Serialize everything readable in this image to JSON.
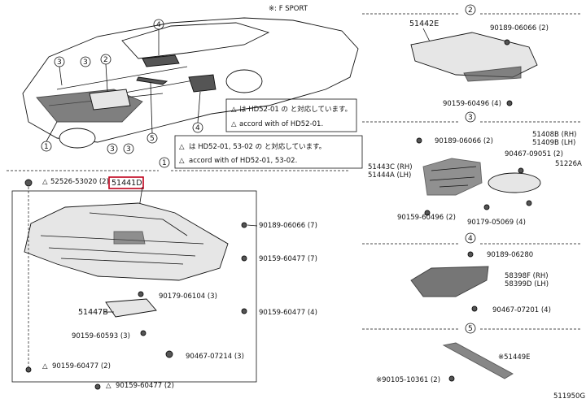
{
  "header_note": "※: F SPORT",
  "footer_code": "511950G",
  "callout_circles": [
    "1",
    "2",
    "3",
    "4",
    "5"
  ],
  "notes": {
    "note_a_line1": "は HD52-01 の  と対応しています。",
    "note_a_line2": "accord with    of HD52-01.",
    "note_b_line1": "は HD52-01, 53-02 の  と対応しています。",
    "note_b_line2": "accord with    of HD52-01, 53-02."
  },
  "section1": {
    "marker": "1",
    "parts": {
      "p52526": "52526-53020 (2)",
      "p51441D": "51441D",
      "p51447B": "51447B",
      "p90189_06066_7": "90189-06066 (7)",
      "p90159_60477_7": "90159-60477 (7)",
      "p90179_06104_3": "90179-06104 (3)",
      "p90159_60477_4": "90159-60477 (4)",
      "p90159_60593_3": "90159-60593 (3)",
      "p90467_07214_3": "90467-07214 (3)",
      "p90159_60477_2a": "90159-60477 (2)",
      "p90159_60477_2b": "90159-60477 (2)"
    }
  },
  "section2": {
    "marker": "2",
    "parts": {
      "p51442E": "51442E",
      "p90189_06066_2": "90189-06066 (2)",
      "p90159_60496_4": "90159-60496 (4)"
    }
  },
  "section3": {
    "marker": "3",
    "parts": {
      "p90189_06066_2": "90189-06066 (2)",
      "p51408B_RH": "51408B (RH)",
      "p51409B_LH": "51409B (LH)",
      "p90467_09051_2": "90467-09051 (2)",
      "p51443C_RH": "51443C (RH)",
      "p51444A_LH": "51444A (LH)",
      "p51226A": "51226A",
      "p90159_60496_2": "90159-60496 (2)",
      "p90179_05069_4": "90179-05069 (4)"
    }
  },
  "section4": {
    "marker": "4",
    "parts": {
      "p90189_06280": "90189-06280",
      "p58398F_RH": "58398F (RH)",
      "p58399D_LH": "58399D (LH)",
      "p90467_07201_4": "90467-07201 (4)"
    }
  },
  "section5": {
    "marker": "5",
    "parts": {
      "p51449E": "※51449E",
      "p90105_10361_2": "※90105-10361 (2)"
    }
  },
  "colors": {
    "highlight": "#c0001a",
    "part_fill": "#e6e6e6",
    "dark_fill": "#555555"
  }
}
